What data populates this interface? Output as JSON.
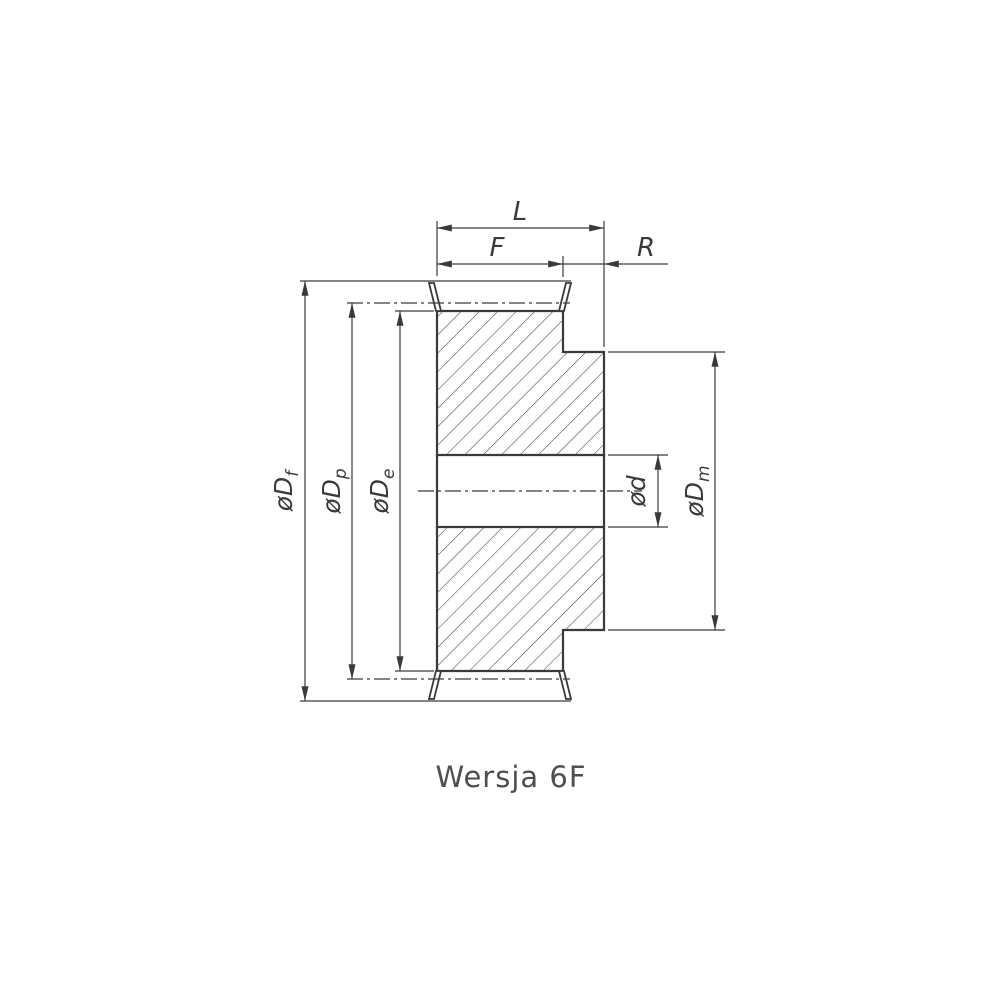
{
  "drawing": {
    "caption": "Wersja 6F",
    "colors": {
      "line": "#3a3a3a",
      "caption": "#4e4e4e"
    },
    "labels": {
      "L": "L",
      "F": "F",
      "R": "R",
      "Df": {
        "base": "øD",
        "sub": "f"
      },
      "Dp": {
        "base": "øD",
        "sub": "p"
      },
      "De": {
        "base": "øD",
        "sub": "e"
      },
      "d": {
        "base": "ød",
        "sub": ""
      },
      "Dm": {
        "base": "øD",
        "sub": "m"
      }
    }
  }
}
